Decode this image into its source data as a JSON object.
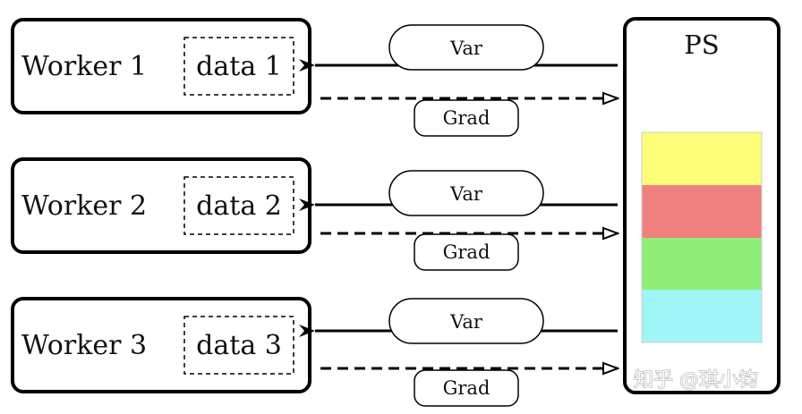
{
  "workers": [
    {
      "name": "Worker 1",
      "data": "data 1"
    },
    {
      "name": "Worker 2",
      "data": "data 2"
    },
    {
      "name": "Worker 3",
      "data": "data 3"
    }
  ],
  "var_label": "Var",
  "grad_label": "Grad",
  "ps": {
    "label": "PS",
    "shard_colors": [
      "#fdfd78",
      "#f08080",
      "#90ee78",
      "#a0f6f6"
    ]
  },
  "watermark": "知乎 @琪小钧"
}
